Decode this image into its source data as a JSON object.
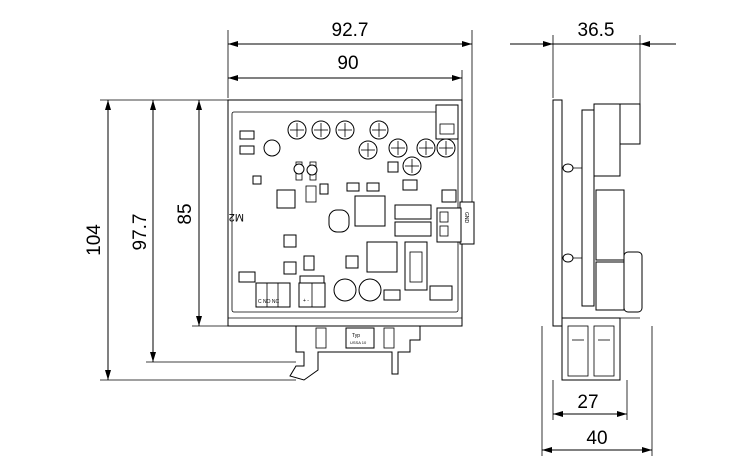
{
  "dimensions": {
    "width_outer": "92.7",
    "width_inner": "90",
    "height_total": "104",
    "height_mid": "97.7",
    "height_board": "85",
    "depth_top": "36.5",
    "depth_rail": "27",
    "depth_total": "40"
  },
  "board_labels": {
    "relay_terminal": "C NO NC",
    "power_terminal": "+  -",
    "ground_label": "GND",
    "model_mark": "M2",
    "clip_label": "Typ",
    "clip_sub": "USSA 10"
  }
}
